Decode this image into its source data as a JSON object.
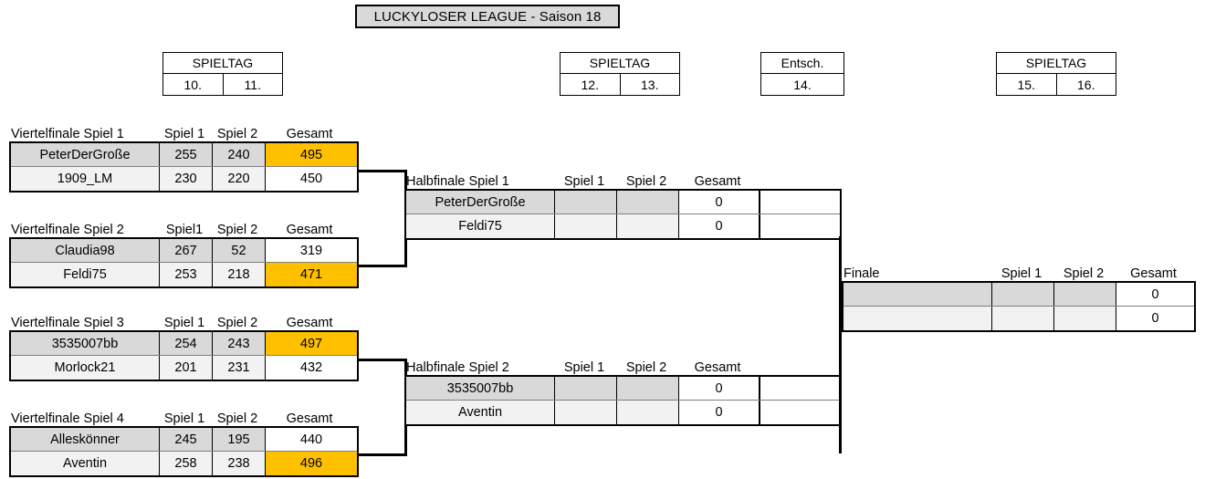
{
  "title": "LUCKYLOSER LEAGUE - Saison 18",
  "matchdays": [
    {
      "name": "day-box-1",
      "label": "SPIELTAG",
      "days": [
        "10.",
        "11."
      ]
    },
    {
      "name": "day-box-2",
      "label": "SPIELTAG",
      "days": [
        "12.",
        "13."
      ]
    },
    {
      "name": "day-box-3",
      "label": "Entsch.",
      "days": [
        "14."
      ]
    },
    {
      "name": "day-box-4",
      "label": "SPIELTAG",
      "days": [
        "15.",
        "16."
      ]
    }
  ],
  "colors": {
    "winner_highlight": "#ffc000",
    "row_top": "#d9d9d9",
    "row_bottom": "#f2f2f2",
    "title_background": "#d9d9d9",
    "border": "#000000"
  },
  "quarterfinals": [
    {
      "header": {
        "title": "Viertelfinale Spiel 1",
        "game1": "Spiel 1",
        "game2": "Spiel 2",
        "total": "Gesamt"
      },
      "rows": [
        {
          "player": "PeterDerGroße",
          "game1": "255",
          "game2": "240",
          "total": "495",
          "winner": true
        },
        {
          "player": "1909_LM",
          "game1": "230",
          "game2": "220",
          "total": "450",
          "winner": false
        }
      ]
    },
    {
      "header": {
        "title": "Viertelfinale Spiel 2",
        "game1": "Spiel1",
        "game2": "Spiel 2",
        "total": "Gesamt"
      },
      "rows": [
        {
          "player": "Claudia98",
          "game1": "267",
          "game2": "52",
          "total": "319",
          "winner": false
        },
        {
          "player": "Feldi75",
          "game1": "253",
          "game2": "218",
          "total": "471",
          "winner": true
        }
      ]
    },
    {
      "header": {
        "title": "Viertelfinale Spiel 3",
        "game1": "Spiel 1",
        "game2": "Spiel 2",
        "total": "Gesamt"
      },
      "rows": [
        {
          "player": "3535007bb",
          "game1": "254",
          "game2": "243",
          "total": "497",
          "winner": true
        },
        {
          "player": "Morlock21",
          "game1": "201",
          "game2": "231",
          "total": "432",
          "winner": false
        }
      ]
    },
    {
      "header": {
        "title": "Viertelfinale Spiel 4",
        "game1": "Spiel 1",
        "game2": "Spiel 2",
        "total": "Gesamt"
      },
      "rows": [
        {
          "player": "Alleskönner",
          "game1": "245",
          "game2": "195",
          "total": "440",
          "winner": false
        },
        {
          "player": "Aventin",
          "game1": "258",
          "game2": "238",
          "total": "496",
          "winner": true
        }
      ]
    }
  ],
  "semifinals": [
    {
      "header": {
        "title": "Halbfinale Spiel 1",
        "game1": "Spiel 1",
        "game2": "Spiel 2",
        "total": "Gesamt",
        "extra": ""
      },
      "rows": [
        {
          "player": "PeterDerGroße",
          "game1": "",
          "game2": "",
          "total": "0",
          "extra": ""
        },
        {
          "player": "Feldi75",
          "game1": "",
          "game2": "",
          "total": "0",
          "extra": ""
        }
      ]
    },
    {
      "header": {
        "title": "Halbfinale Spiel 2",
        "game1": "Spiel 1",
        "game2": "Spiel 2",
        "total": "Gesamt",
        "extra": ""
      },
      "rows": [
        {
          "player": "3535007bb",
          "game1": "",
          "game2": "",
          "total": "0",
          "extra": ""
        },
        {
          "player": "Aventin",
          "game1": "",
          "game2": "",
          "total": "0",
          "extra": ""
        }
      ]
    }
  ],
  "final": {
    "header": {
      "title": "Finale",
      "game1": "Spiel 1",
      "game2": "Spiel 2",
      "total": "Gesamt"
    },
    "rows": [
      {
        "player": "",
        "game1": "",
        "game2": "",
        "total": "0"
      },
      {
        "player": "",
        "game1": "",
        "game2": "",
        "total": "0"
      }
    ]
  }
}
